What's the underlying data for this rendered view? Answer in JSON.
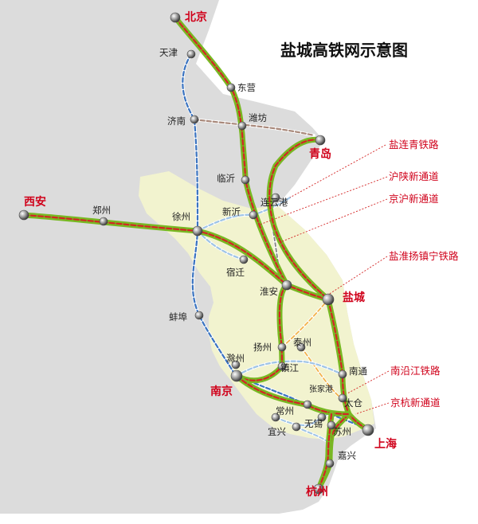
{
  "title": "盐城高铁网示意图",
  "colors": {
    "land": "#dcdcdc",
    "sea": "#ffffff",
    "jiangsu": "#f2f3cf",
    "green": "#78b823",
    "red": "#d42525",
    "blue": "#3a73c0",
    "lightblue": "#9fc4e6",
    "brown": "#a8887a",
    "orange": "#f3b24a",
    "label": "#d0021b"
  },
  "cities": {
    "beijing": "北京",
    "tianjin": "天津",
    "dongying": "东营",
    "jinan": "济南",
    "weifang": "潍坊",
    "qingdao": "青岛",
    "linyi": "临沂",
    "xian": "西安",
    "zhengzhou": "郑州",
    "xuzhou": "徐州",
    "xinyi": "新沂",
    "lianyungang": "连云港",
    "suqian": "宿迁",
    "huaian": "淮安",
    "yancheng": "盐城",
    "bengbu": "蚌埠",
    "yangzhou": "扬州",
    "taizhou": "泰州",
    "chuzhou": "滁州",
    "zhenjiang": "镇江",
    "nantong": "南通",
    "nanjing": "南京",
    "zhangjiagang": "张家港",
    "changzhou": "常州",
    "taicang": "太仓",
    "wuxi": "无锡",
    "yixing": "宜兴",
    "suzhou": "苏州",
    "shanghai": "上海",
    "jiaxing": "嘉兴",
    "hangzhou": "杭州"
  },
  "routes": {
    "yanlianqing": "盐连青铁路",
    "hushan": "沪陕新通道",
    "jinghu": "京沪新通道",
    "yanhuai": "盐淮扬镇宁铁路",
    "nanyanjiang": "南沿江铁路",
    "jinghang": "京杭新通道"
  }
}
